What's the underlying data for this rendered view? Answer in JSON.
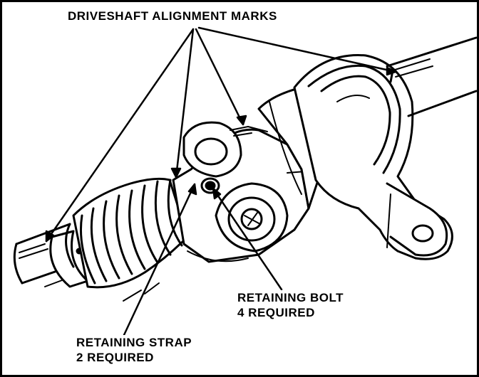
{
  "labels": {
    "alignment_marks": "DRIVESHAFT ALIGNMENT MARKS",
    "retaining_bolt_line1": "RETAINING BOLT",
    "retaining_bolt_line2": "4 REQUIRED",
    "retaining_strap_line1": "RETAINING STRAP",
    "retaining_strap_line2": "2 REQUIRED"
  },
  "colors": {
    "ink": "#000000",
    "paper": "#ffffff"
  }
}
